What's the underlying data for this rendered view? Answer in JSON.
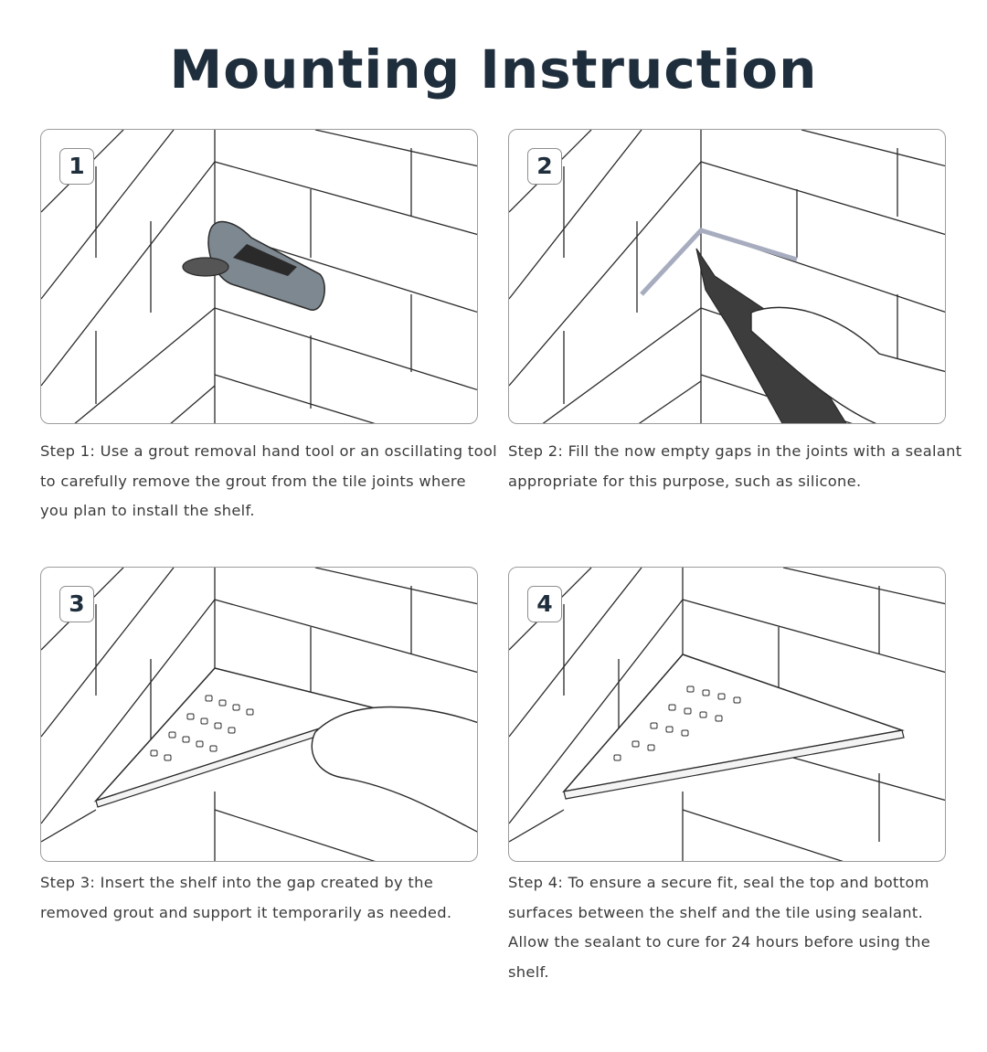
{
  "title": "Mounting Instruction",
  "steps": [
    {
      "number": "1",
      "text": "Step 1: Use a grout removal hand tool or an oscillating tool to carefully remove the grout from the tile joints where you plan to install the shelf.",
      "illustration": "grout-removal-tool"
    },
    {
      "number": "2",
      "text": "Step 2: Fill the now empty gaps in the joints with a sealant appropriate for this purpose, such as silicone.",
      "illustration": "sealant-caulk-gun"
    },
    {
      "number": "3",
      "text": "Step 3: Insert the shelf into the gap created by the removed grout and support it temporarily as needed.",
      "illustration": "hand-inserting-shelf"
    },
    {
      "number": "4",
      "text": "Step 4: To ensure a secure fit, seal the top and bottom surfaces between the shelf and the tile using sealant. Allow the sealant to cure for 24 hours before using the shelf.",
      "illustration": "installed-corner-shelf"
    }
  ],
  "colors": {
    "title": "#1f2e3c",
    "tool": "#7e8890",
    "sealant_line": "#a7adbf",
    "caulk_gun": "#3d3d3d"
  }
}
